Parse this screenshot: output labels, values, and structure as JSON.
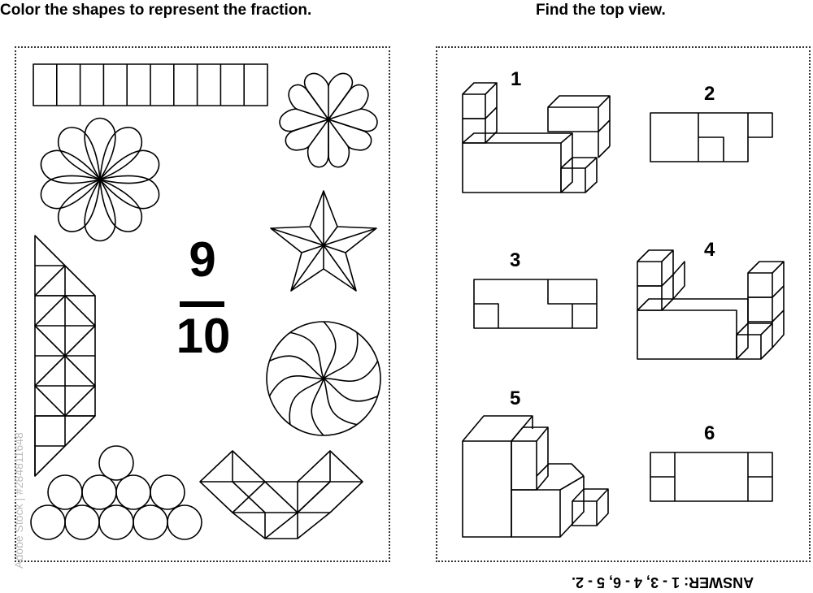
{
  "left_heading": "Color the shapes to represent the fraction.",
  "right_heading": "Find the top view.",
  "fraction": {
    "numerator": "9",
    "denominator": "10"
  },
  "views": {
    "n1": "1",
    "n2": "2",
    "n3": "3",
    "n4": "4",
    "n5": "5",
    "n6": "6"
  },
  "answer": "ANSWER: 1 - 3, 4 - 6, 5 - 2.",
  "watermark": "Adobe Stock | #284811648"
}
